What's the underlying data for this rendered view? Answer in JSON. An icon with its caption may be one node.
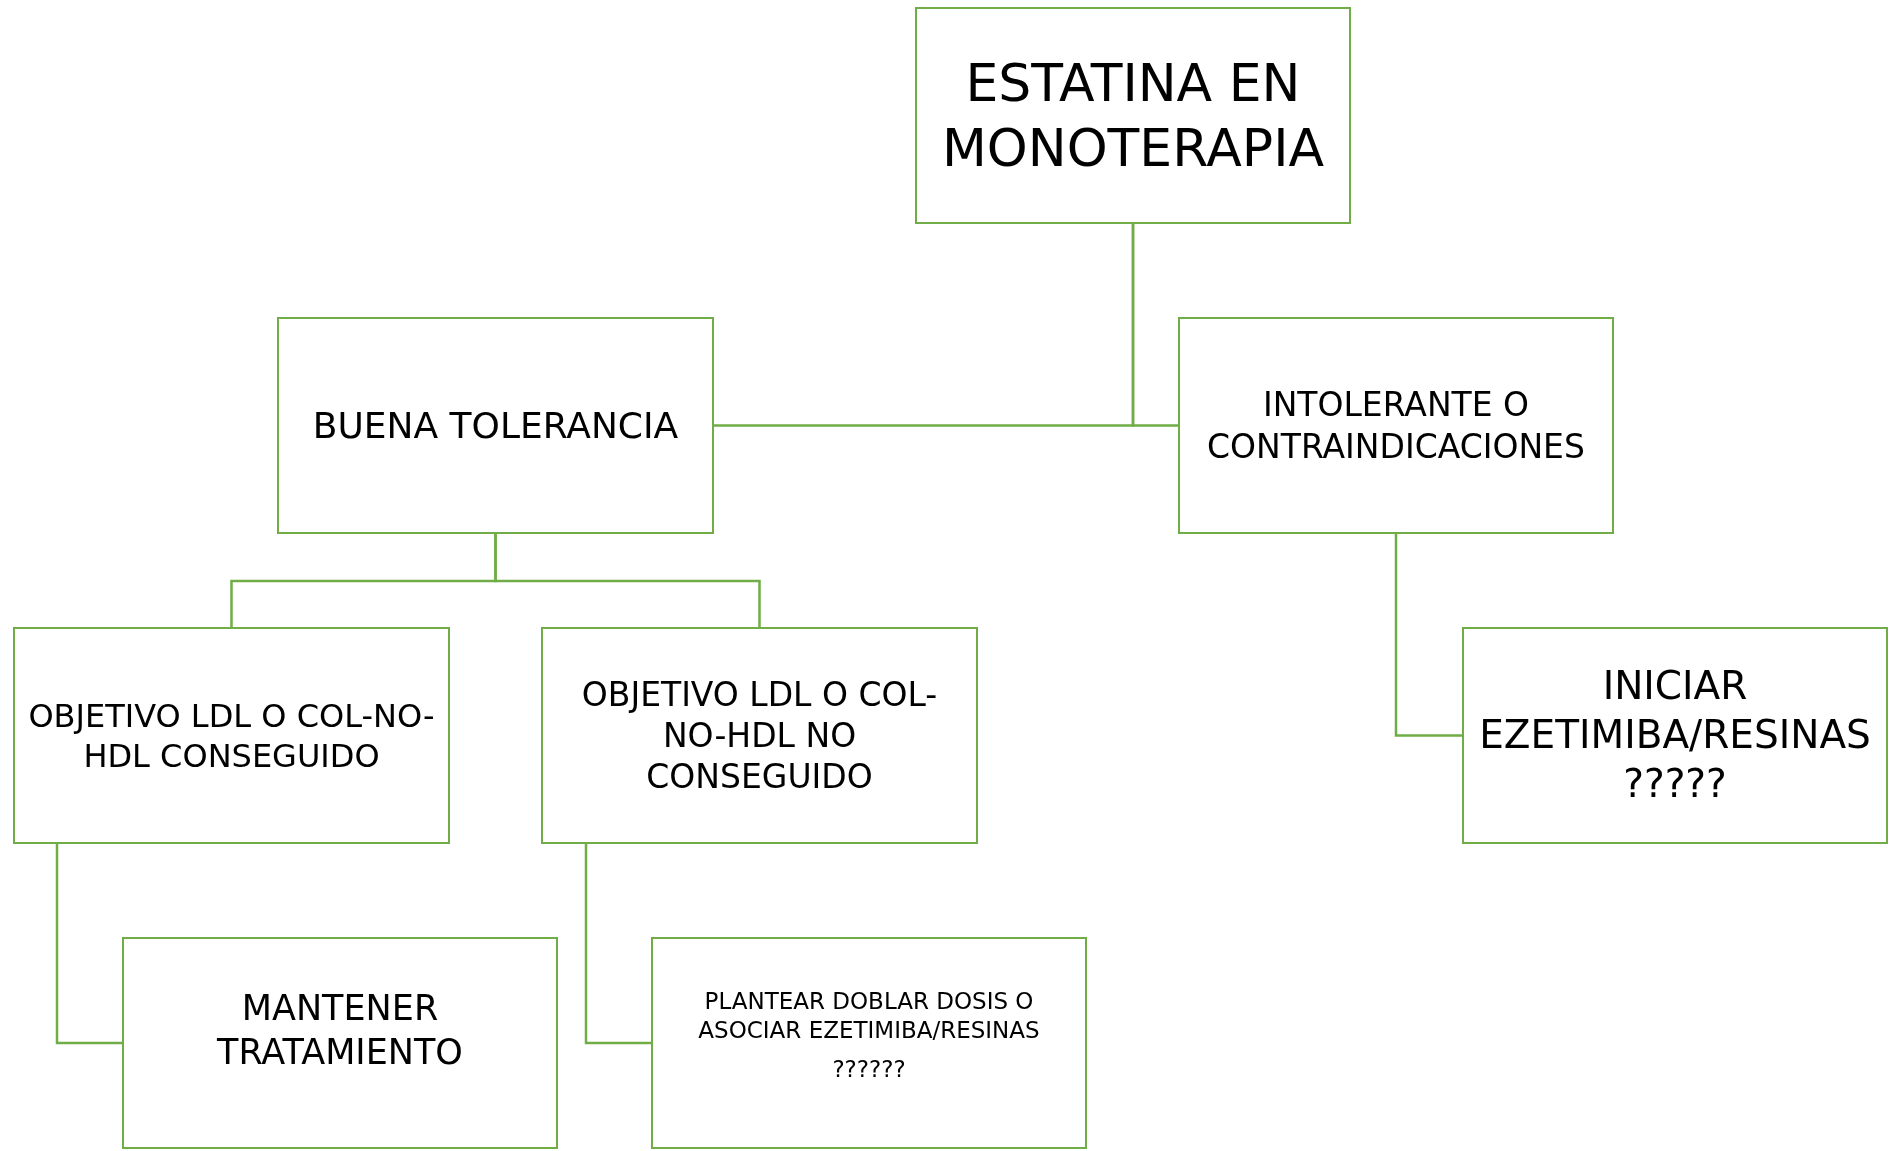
{
  "diagram": {
    "nodes": [
      {
        "text": [
          "ESTATINA EN MONOTERAPIA"
        ]
      },
      {
        "text": [
          "BUENA TOLERANCIA"
        ]
      },
      {
        "text": [
          "INTOLERANTE O CONTRAINDICACIONES"
        ]
      },
      {
        "text": [
          "OBJETIVO LDL O COL-NO-HDL CONSEGUIDO"
        ]
      },
      {
        "text": [
          "OBJETIVO LDL O COL-NO-HDL NO CONSEGUIDO"
        ]
      },
      {
        "text": [
          "INICIAR EZETIMIBA/RESINAS ?????"
        ]
      },
      {
        "text": [
          "MANTENER TRATAMIENTO"
        ]
      },
      {
        "text": [
          "PLANTEAR DOBLAR DOSIS O ASOCIAR EZETIMIBA/RESINAS",
          "??????"
        ]
      }
    ],
    "edges": [
      {
        "from": 0,
        "to": 1,
        "arrow": "none"
      },
      {
        "from": 0,
        "to": 2,
        "arrow": "none"
      },
      {
        "from": 1,
        "to": 3,
        "arrow": "none"
      },
      {
        "from": 1,
        "to": 4,
        "arrow": "none"
      },
      {
        "from": 2,
        "to": 5,
        "arrow": "none"
      },
      {
        "from": 3,
        "to": 6,
        "arrow": "none"
      },
      {
        "from": 4,
        "to": 7,
        "arrow": "none"
      }
    ]
  }
}
